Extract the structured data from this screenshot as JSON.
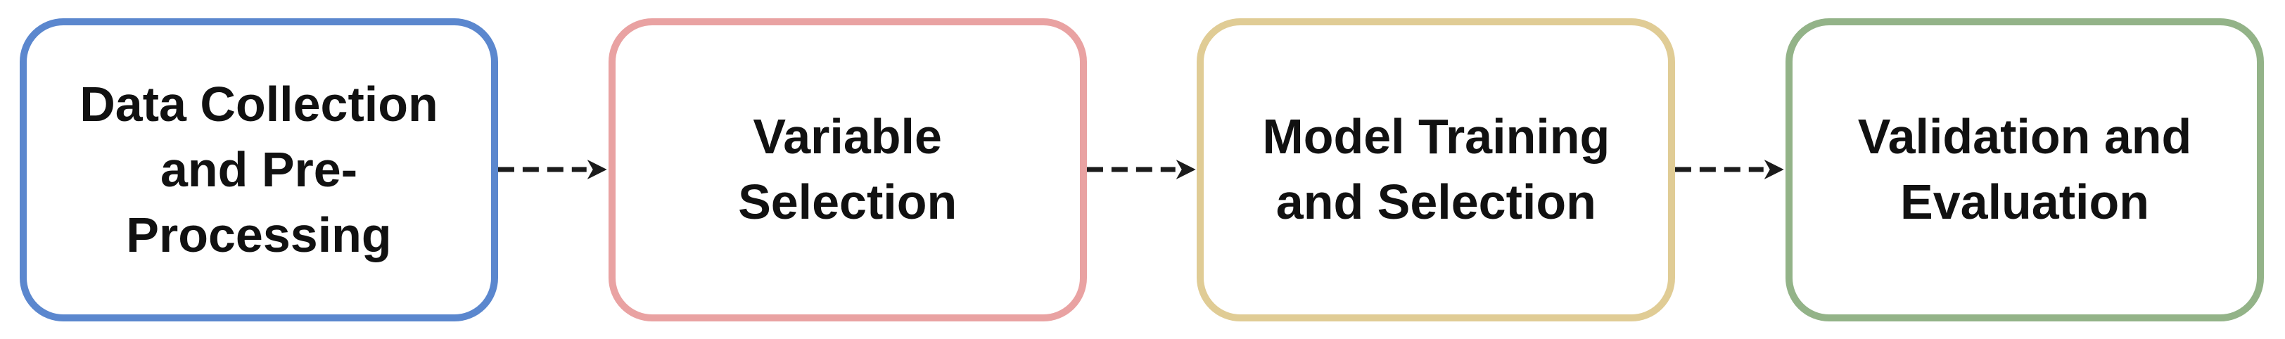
{
  "diagram": {
    "background_color": "#ffffff",
    "text_color": "#111111",
    "arrow_color": "#1b1b1b",
    "arrow_style": "dashed",
    "steps": [
      {
        "label": "Data Collection and Pre-Processing",
        "lines": [
          "Data Collection",
          "and Pre-",
          "Processing"
        ],
        "border_color": "#5b87ce"
      },
      {
        "label": "Variable Selection",
        "lines": [
          "Variable",
          "Selection"
        ],
        "border_color": "#e9a2a2"
      },
      {
        "label": "Model Training and Selection",
        "lines": [
          "Model Training",
          "and Selection"
        ],
        "border_color": "#e0cc95"
      },
      {
        "label": "Validation and Evaluation",
        "lines": [
          "Validation and",
          "Evaluation"
        ],
        "border_color": "#93b388"
      }
    ],
    "arrows": [
      {
        "from": "Data Collection and Pre-Processing",
        "to": "Variable Selection"
      },
      {
        "from": "Variable Selection",
        "to": "Model Training and Selection"
      },
      {
        "from": "Model Training and Selection",
        "to": "Validation and Evaluation"
      }
    ]
  }
}
